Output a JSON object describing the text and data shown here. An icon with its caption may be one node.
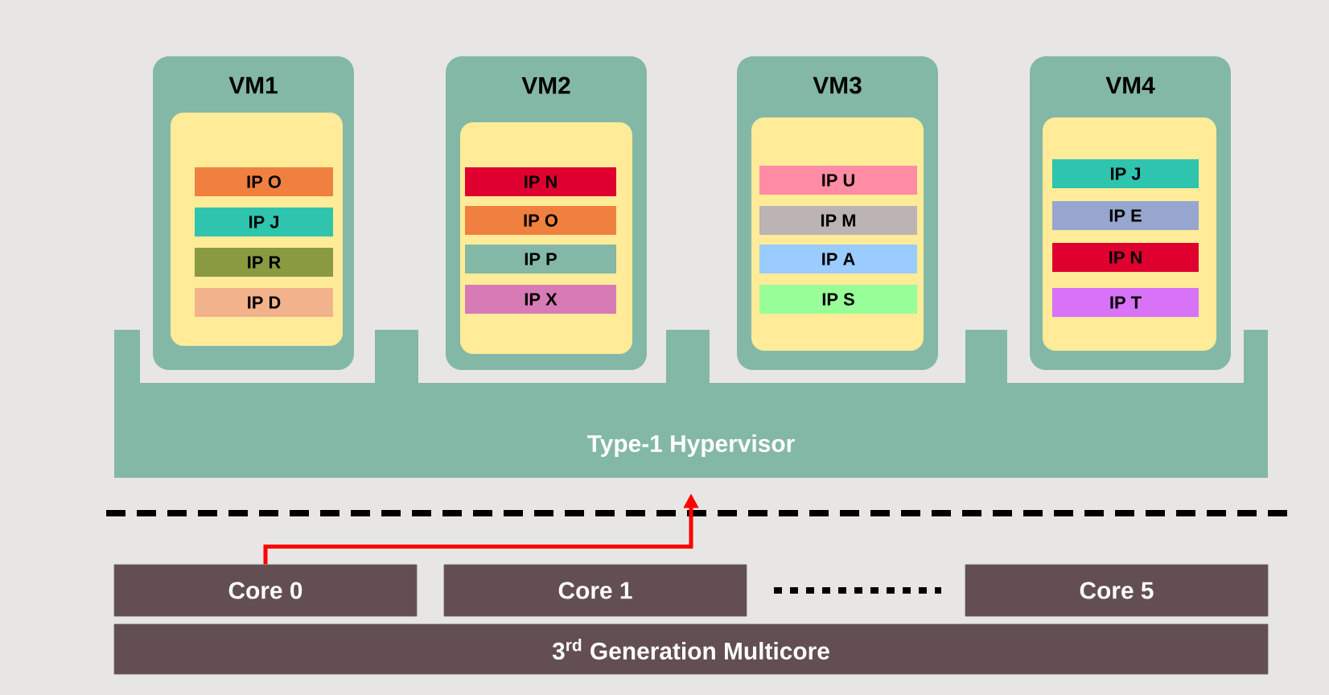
{
  "diagram": {
    "nodes": [
      {
        "text": [
          "VM1"
        ]
      },
      {
        "text": [],
        "shape": "box",
        "in": 0
      },
      {
        "text": [
          "IP O"
        ],
        "in": 1
      },
      {
        "text": [
          "IP J"
        ],
        "in": 1
      },
      {
        "text": [
          "IP R"
        ],
        "in": 1
      },
      {
        "text": [
          "IP D"
        ],
        "in": 1
      },
      {
        "text": [
          "VM2"
        ]
      },
      {
        "text": [],
        "shape": "box",
        "in": 6
      },
      {
        "text": [
          "IP N"
        ],
        "in": 7
      },
      {
        "text": [
          "IP O"
        ],
        "in": 7
      },
      {
        "text": [
          "IP P"
        ],
        "in": 7
      },
      {
        "text": [
          "IP X"
        ],
        "in": 7
      },
      {
        "text": [
          "VM3"
        ]
      },
      {
        "text": [],
        "shape": "box",
        "in": 12
      },
      {
        "text": [
          "IP U"
        ],
        "in": 13
      },
      {
        "text": [
          "IP M"
        ],
        "in": 13
      },
      {
        "text": [
          "IP A"
        ],
        "in": 13
      },
      {
        "text": [
          "IP S"
        ],
        "in": 13
      },
      {
        "text": [
          "VM4"
        ]
      },
      {
        "text": [],
        "shape": "box",
        "in": 18
      },
      {
        "text": [
          "IP J"
        ],
        "in": 19
      },
      {
        "text": [
          "IP E"
        ],
        "in": 19
      },
      {
        "text": [
          "IP N"
        ],
        "in": 19
      },
      {
        "text": [
          "IP T"
        ],
        "in": 19
      },
      {
        "text": [
          "Type-1 Hypervisor"
        ]
      },
      {
        "text": [
          "Core 0"
        ]
      },
      {
        "text": [
          "Core 1"
        ]
      },
      {
        "text": [
          "Core 5"
        ]
      },
      {
        "text": [
          "3$^{rd}$ Generation Multicore"
        ]
      }
    ],
    "edges": [
      {
        "from": 25,
        "to": 24,
        "arrow": "to",
        "color": "#ff0000"
      }
    ]
  }
}
